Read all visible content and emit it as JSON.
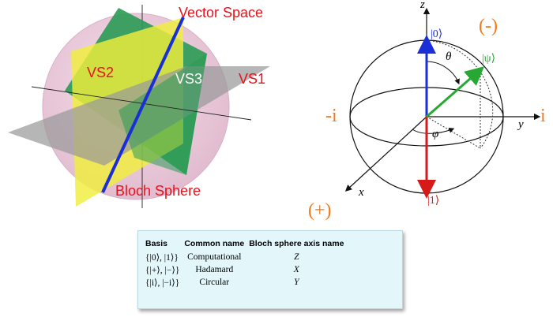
{
  "left_figure": {
    "title_top": "Vector Space",
    "title_bottom": "Bloch Sphere",
    "planes": {
      "vs1": "VS1",
      "vs2": "VS2",
      "vs3": "VS3"
    },
    "colors": {
      "sphere": "#e9c8d8",
      "vs2_plane": "#f0ee3c",
      "vs3_plane": "#2a9b54",
      "vs1_plane": "#9a9a9a",
      "vector": "#1a2fd6",
      "label_red": "#e8121b"
    }
  },
  "bloch_sphere": {
    "axes": {
      "z": "z",
      "y": "y",
      "x": "x"
    },
    "states": {
      "zero": "|0⟩",
      "one": "|1⟩",
      "psi": "|ψ⟩"
    },
    "angles": {
      "theta": "θ",
      "phi": "φ"
    },
    "colors": {
      "zero_arrow": "#1a2fd6",
      "one_arrow": "#d61a1a",
      "psi_arrow": "#27a832",
      "orange": "#f07a1e"
    }
  },
  "annotations": {
    "minus": "(-)",
    "plus": "(+)",
    "minus_i": "-i",
    "i": "i"
  },
  "basis_table": {
    "headers": [
      "Basis",
      "Common name",
      "Bloch sphere axis name"
    ],
    "rows": [
      [
        "{|0⟩, |1⟩}",
        "Computational",
        "Z"
      ],
      [
        "{|+⟩, |−⟩}",
        "Hadamard",
        "X"
      ],
      [
        "{|i⟩, |−i⟩}",
        "Circular",
        "Y"
      ]
    ]
  }
}
